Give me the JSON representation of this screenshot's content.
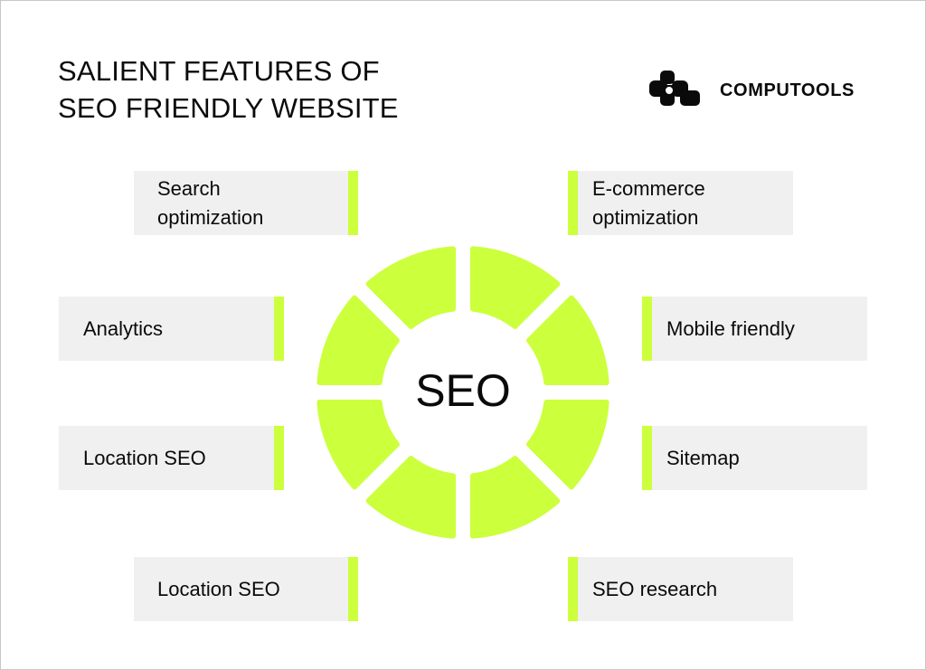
{
  "header": {
    "title_lines": [
      "SALIENT FEATURES OF",
      "SEO FRIENDLY WEBSITE"
    ]
  },
  "brand": {
    "name": "COMPUTOOLS",
    "logo_icon": "computools-logo-icon"
  },
  "colors": {
    "accent": "#ccff3c",
    "card_background": "#f0f0f0",
    "text": "#0a0a0a",
    "background": "#ffffff",
    "frame_border": "#c8c8c8"
  },
  "diagram": {
    "center_label": "SEO",
    "ring_segments": 8,
    "features_left": [
      {
        "label_lines": [
          "Search",
          "optimization"
        ]
      },
      {
        "label_lines": [
          "Analytics"
        ]
      },
      {
        "label_lines": [
          "Location SEO"
        ]
      },
      {
        "label_lines": [
          "Location SEO"
        ]
      }
    ],
    "features_right": [
      {
        "label_lines": [
          "E-commerce",
          "optimization"
        ]
      },
      {
        "label_lines": [
          "Mobile friendly"
        ]
      },
      {
        "label_lines": [
          "Sitemap"
        ]
      },
      {
        "label_lines": [
          "SEO research"
        ]
      }
    ]
  }
}
